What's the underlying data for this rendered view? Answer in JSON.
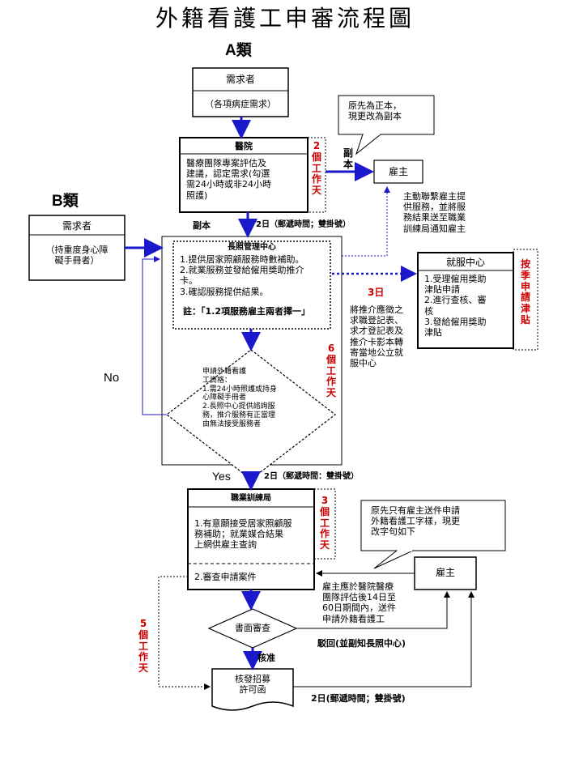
{
  "title": "外籍看護工申審流程圖",
  "category_a": "A類",
  "category_b": "B類",
  "a_requester": {
    "title": "需求者",
    "detail": "（各項病症需求）"
  },
  "b_requester": {
    "title": "需求者",
    "detail": "（持重度身心障\n礙手冊者）"
  },
  "hospital": {
    "title": "醫院",
    "body": "醫療團隊專案評估及\n建議，認定需求(勾選\n需24小時或非24小時\n照護)"
  },
  "hospital_days": "2個工作天",
  "original_note": "原先為正本，\n現更改為副本",
  "copy_label_1": "副\n本",
  "copy_label_2": "副本",
  "employer": "雇主",
  "notify_note": "主動聯繫雇主提\n供服務，並將服\n務結果送至職業\n訓練局通知雇主",
  "mail_note_1": "2日（郵遞時間；雙掛號）",
  "mail_note_2": "2日（郵遞時間：雙掛號）",
  "mail_note_3": "2日(郵遞時間；雙掛號)",
  "ltc_center": {
    "title": "長照管理中心",
    "items": "1.提供居家照顧服務時數補助。\n2.就業服務並發給僱用獎助推介\n   卡。\n3.確認服務提供結果。",
    "note": "註：「1.2項服務雇主兩者擇一」"
  },
  "employment_center": {
    "title": "就服中心",
    "items": "1.受理僱用獎助\n   津貼申請\n2.進行查核、審\n   核\n3.發給僱用獎助\n   津貼"
  },
  "quarterly_label": "按季申請津貼",
  "three_days": "3日",
  "referral_note": "將推介應徵之\n求職登記表、\n求才登記表及\n推介卡影本轉\n寄當地公立就\n服中心",
  "six_days": "6個工作天",
  "decision": "申請外籍看護\n工資格：\n1.需24小時照護或持身\n   心障礙手冊者\n2.長照中心提供諮詢服\n   務，推介服務有正當理\n   由無法接受服務者",
  "no_label": "No",
  "yes_label": "Yes",
  "bureau": {
    "title": "職業訓練局",
    "item1": "1.有意願接受居家照顧服\n   務補助；就業媒合結果\n   上網供雇主查詢",
    "item2": "2.審查申請案件"
  },
  "bureau_days": "3個工作天",
  "change_note": "原先只有雇主送件申請\n外籍看護工字樣，現更\n改字句如下",
  "employer_deadline": "雇主應於醫院醫療\n團隊評估後14日至\n60日期間內，送件\n申請外籍看護工",
  "document_review": "書面審查",
  "reject_label": "駁回(並副知長照中心)",
  "approve_label": "核准",
  "five_days": "5個工作天",
  "permit": "核發招募\n許可函",
  "colors": {
    "arrow": "#1a1acc",
    "label_red": "#cc0000",
    "line": "#000000"
  }
}
